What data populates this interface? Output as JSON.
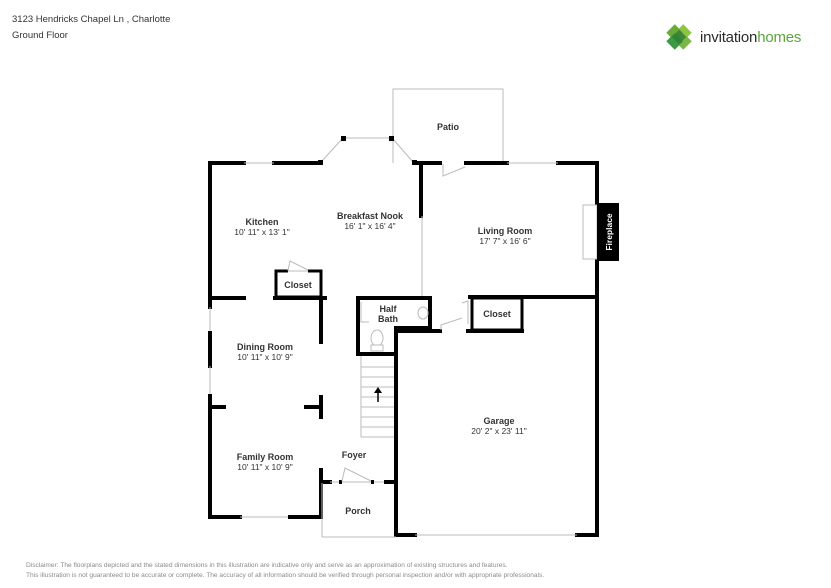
{
  "header": {
    "address": "3123 Hendricks Chapel Ln , Charlotte",
    "floor": "Ground Floor"
  },
  "logo": {
    "icon": "clover-diamond-logo-icon",
    "text_primary": "invitation",
    "text_secondary": "homes",
    "colors": {
      "primary": "#2b2b2b",
      "accent": "#5aa43c",
      "accent_dark": "#2e8b3e"
    }
  },
  "rooms": {
    "patio": {
      "name": "Patio"
    },
    "kitchen": {
      "name": "Kitchen",
      "dims": "10' 11\" x 13' 1\""
    },
    "breakfast_nook": {
      "name": "Breakfast Nook",
      "dims": "16' 1\" x 16' 4\""
    },
    "living_room": {
      "name": "Living Room",
      "dims": "17' 7\" x 16' 6\""
    },
    "fireplace": {
      "name": "Fireplace"
    },
    "closet_kitchen": {
      "name": "Closet"
    },
    "half_bath": {
      "name_line1": "Half",
      "name_line2": "Bath"
    },
    "closet_hall": {
      "name": "Closet"
    },
    "dining_room": {
      "name": "Dining Room",
      "dims": "10' 11\" x 10' 9\""
    },
    "garage": {
      "name": "Garage",
      "dims": "20' 2\" x 23' 11\""
    },
    "foyer": {
      "name": "Foyer"
    },
    "family_room": {
      "name": "Family Room",
      "dims": "10' 11\" x 10' 9\""
    },
    "porch": {
      "name": "Porch"
    }
  },
  "disclaimer": {
    "line1": "Disclaimer: The floorplans depicted and the stated dimensions in this illustration are indicative only and serve as an approximation of existing structures and features.",
    "line2": "This illustration is not guaranteed to be accurate or complete. The accuracy of all information should be verified through personal inspection and/or with appropriate professionals."
  }
}
